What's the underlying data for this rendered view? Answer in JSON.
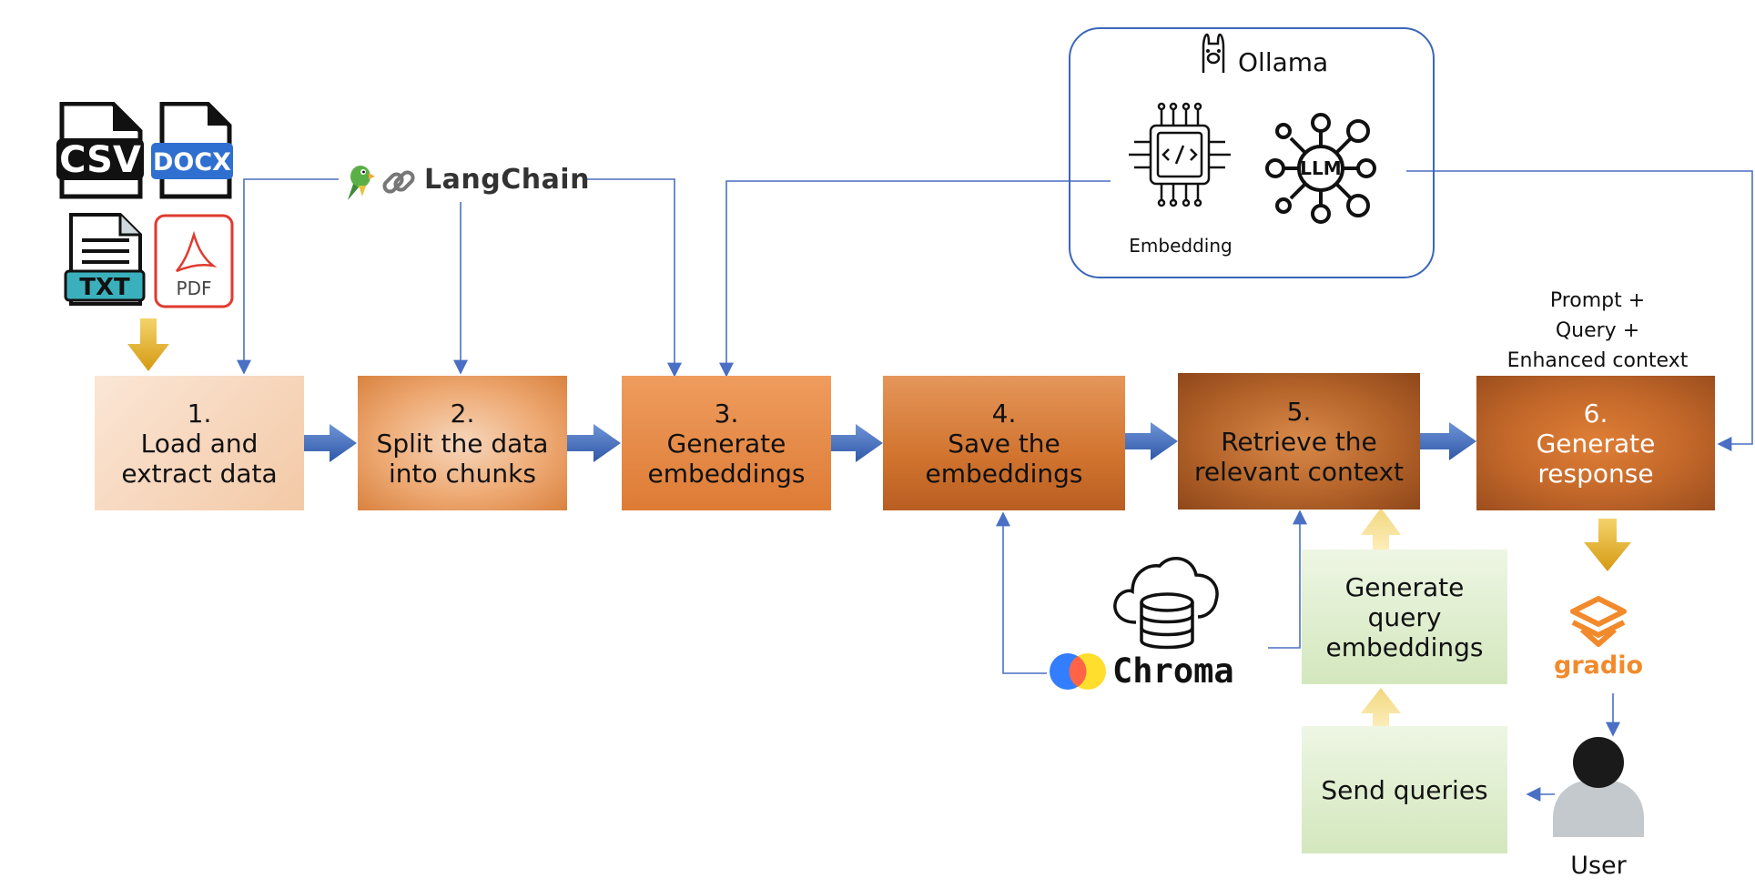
{
  "file_icons": [
    "CSV",
    "DOCX",
    "TXT",
    "PDF"
  ],
  "brands": {
    "langchain": "LangChain",
    "ollama": "Ollama",
    "chroma": "Chroma",
    "gradio": "gradio"
  },
  "ollama": {
    "embedding_label": "Embedding",
    "llm_label": "LLM"
  },
  "steps": [
    {
      "num": "1.",
      "line1": "Load and",
      "line2": "extract data"
    },
    {
      "num": "2.",
      "line1": "Split the data",
      "line2": "into chunks"
    },
    {
      "num": "3.",
      "line1": "Generate",
      "line2": "embeddings"
    },
    {
      "num": "4.",
      "line1": "Save the",
      "line2": "embeddings"
    },
    {
      "num": "5.",
      "line1": "Retrieve the",
      "line2": "relevant context"
    },
    {
      "num": "6.",
      "line1": "Generate",
      "line2": "response"
    }
  ],
  "prompt_note": [
    "Prompt +",
    "Query +",
    "Enhanced context"
  ],
  "query_boxes": {
    "generate": [
      "Generate",
      "query",
      "embeddings"
    ],
    "send": "Send queries"
  },
  "user_label": "User",
  "colors": {
    "arrow_blue": "#4472c4",
    "connector": "#4a6fc4",
    "ollama_border": "#3a66b8",
    "gold": "#e8b428",
    "gradio_orange": "#f28a2b"
  }
}
